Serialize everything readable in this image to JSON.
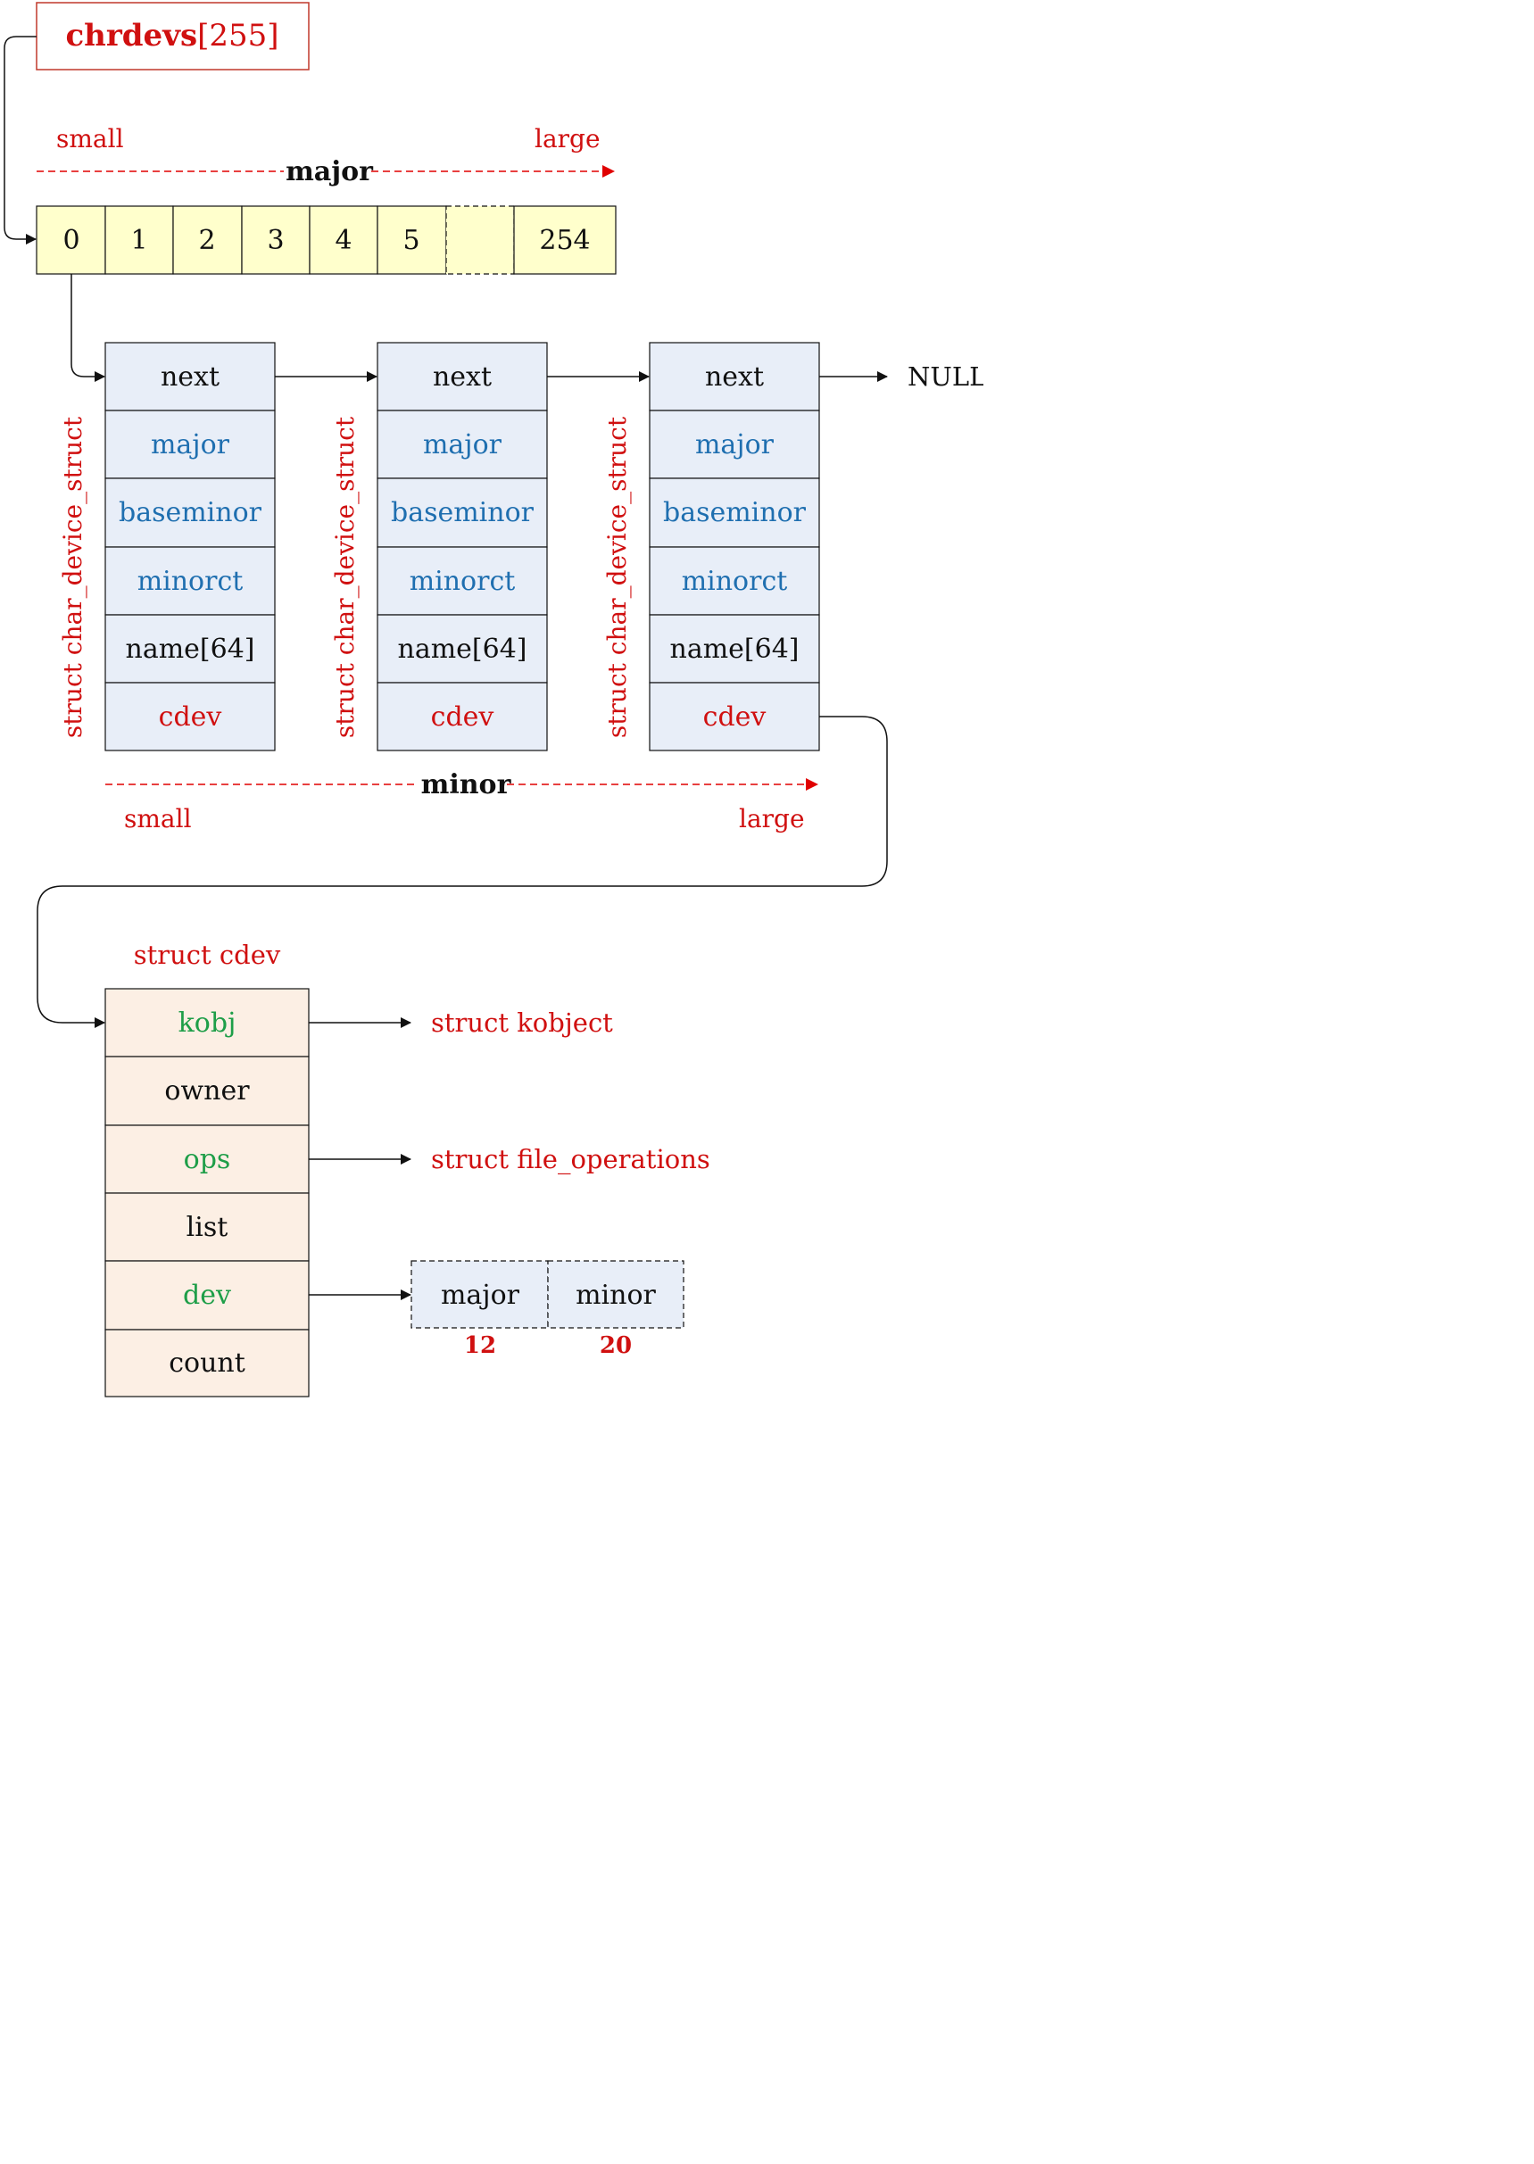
{
  "chrdevs": {
    "name": "chrdevs",
    "size": "[255]"
  },
  "major_axis": {
    "small": "small",
    "large": "large",
    "label": "major"
  },
  "major_cells": [
    "0",
    "1",
    "2",
    "3",
    "4",
    "5",
    "",
    "254"
  ],
  "null_label": "NULL",
  "struct_label": "struct char_device_struct",
  "char_device_struct": {
    "fields": [
      {
        "label": "next",
        "color": "black"
      },
      {
        "label": "major",
        "color": "blue"
      },
      {
        "label": "baseminor",
        "color": "blue"
      },
      {
        "label": "minorct",
        "color": "blue"
      },
      {
        "label": "name[64]",
        "color": "black"
      },
      {
        "label": "cdev",
        "color": "red"
      }
    ]
  },
  "minor_axis": {
    "small": "small",
    "large": "large",
    "label": "minor"
  },
  "cdev": {
    "title": "struct cdev",
    "fields": [
      {
        "label": "kobj",
        "color": "green"
      },
      {
        "label": "owner",
        "color": "black"
      },
      {
        "label": "ops",
        "color": "green"
      },
      {
        "label": "list",
        "color": "black"
      },
      {
        "label": "dev",
        "color": "green"
      },
      {
        "label": "count",
        "color": "black"
      }
    ]
  },
  "kobject_label": "struct kobject",
  "fops_label": "struct file_operations",
  "dev_t": {
    "major": "major",
    "minor": "minor",
    "major_bits": "12",
    "minor_bits": "20"
  },
  "colors": {
    "accent_red": "#d01010",
    "field_blue": "#1f6fb0",
    "field_green": "#1e9e48",
    "major_fill": "#ffffcc",
    "struct_fill": "#e8eef8",
    "cdev_fill": "#fcefe4"
  }
}
